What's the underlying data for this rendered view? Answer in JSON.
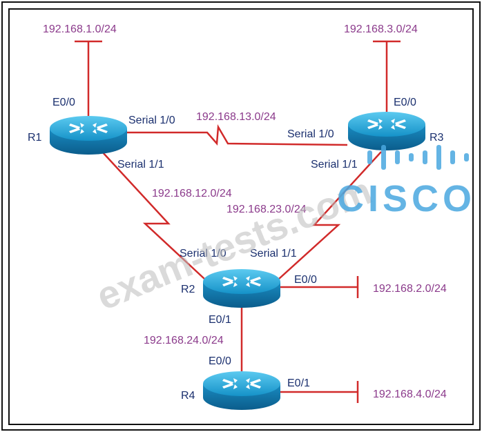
{
  "routers": [
    {
      "id": "r1",
      "label": "R1"
    },
    {
      "id": "r2",
      "label": "R2"
    },
    {
      "id": "r3",
      "label": "R3"
    },
    {
      "id": "r4",
      "label": "R4"
    }
  ],
  "interfaces": {
    "r1_e00": "E0/0",
    "r1_s10": "Serial 1/0",
    "r1_s11": "Serial 1/1",
    "r3_e00": "E0/0",
    "r3_s10": "Serial 1/0",
    "r3_s11": "Serial 1/1",
    "r2_s10": "Serial 1/0",
    "r2_s11": "Serial 1/1",
    "r2_e00": "E0/0",
    "r2_e01": "E0/1",
    "r4_e00": "E0/0",
    "r4_e01": "E0/1"
  },
  "networks": {
    "lan_r1": "192.168.1.0/24",
    "lan_r3": "192.168.3.0/24",
    "link_r1_r3": "192.168.13.0/24",
    "link_r1_r2": "192.168.12.0/24",
    "link_r2_r3": "192.168.23.0/24",
    "lan_r2": "192.168.2.0/24",
    "link_r2_r4": "192.168.24.0/24",
    "lan_r4": "192.168.4.0/24"
  },
  "watermark": {
    "text": "exam-tests.com",
    "brand": "CISCO"
  },
  "colors": {
    "link": "#d12a2a",
    "network_label": "#8b3a8b",
    "interface_label": "#1a2f6e",
    "router_body": "#1aa6d6",
    "watermark_text": "#c8c8c8",
    "watermark_brand": "#4aa8e0"
  }
}
